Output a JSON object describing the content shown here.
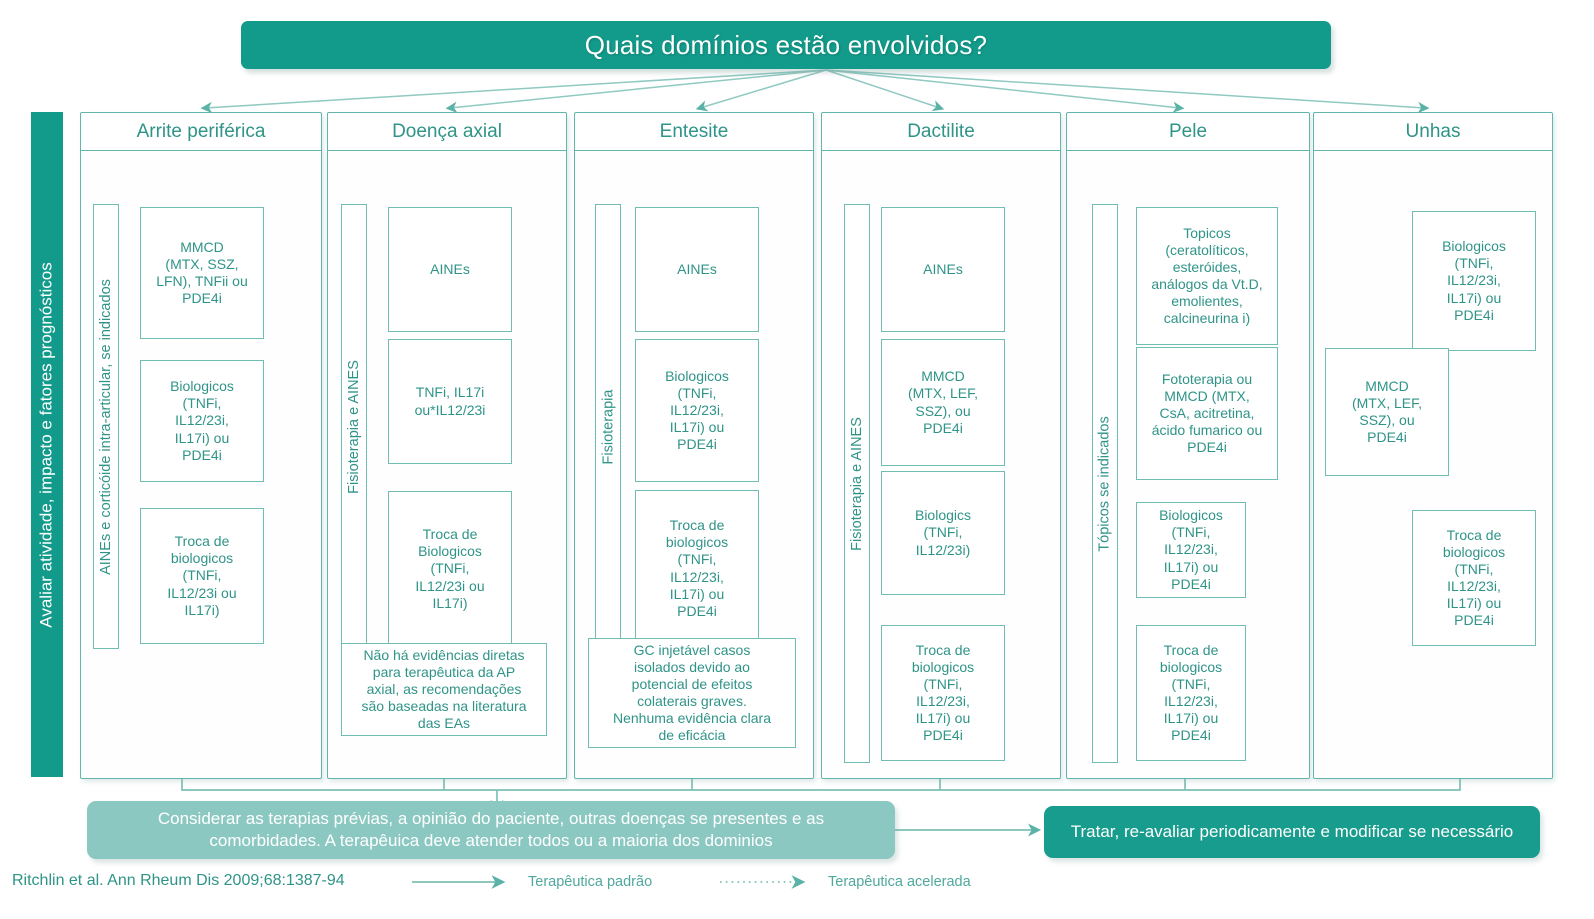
{
  "header": {
    "title": "Quais domínios estão envolvidos?"
  },
  "left_rail": {
    "label": "Avaliar atividade, impacto e fatores prognósticos"
  },
  "columns": [
    {
      "id": "arrite-periferica",
      "title": "Arrite periférica",
      "side_label": "AINEs e corticóide intra-articular, se indicados",
      "steps": [
        "MMCD\n(MTX, SSZ,\nLFN), TNFii ou\nPDE4i",
        "Biologicos\n(TNFi,\nIL12/23i,\nIL17i) ou\nPDE4i",
        "Troca de\nbiologicos\n(TNFi,\nIL12/23i ou\nIL17i)"
      ],
      "note": null
    },
    {
      "id": "doenca-axial",
      "title": "Doença axial",
      "side_label": "Fisioterapia e AINES",
      "steps": [
        "AINEs",
        "TNFi, IL17i\nou*IL12/23i",
        "Troca de\nBiologicos\n(TNFi,\nIL12/23i ou\nIL17i)"
      ],
      "note": "Não há evidências diretas\npara terapêutica da  AP\naxial, as recomendações\nsão baseadas na literatura\ndas EAs"
    },
    {
      "id": "entesite",
      "title": "Entesite",
      "side_label": "Fisioterapia",
      "steps": [
        "AINEs",
        "Biologicos\n(TNFi,\nIL12/23i,\nIL17i) ou\nPDE4i",
        "Troca de\nbiologicos\n(TNFi,\nIL12/23i,\nIL17i) ou\nPDE4i"
      ],
      "note": "GC injetável casos\nisolados  devido ao\npotencial de efeitos\ncolaterais graves.\nNenhuma evidência clara\nde eficácia"
    },
    {
      "id": "dactilite",
      "title": "Dactilite",
      "side_label": "Fisioterapia e AINES",
      "steps": [
        "AINEs",
        "MMCD\n(MTX, LEF,\nSSZ), ou\nPDE4i",
        "Biologics\n(TNFi,\nIL12/23i)",
        "Troca de\nbiologicos\n(TNFi,\nIL12/23i,\nIL17i) ou\nPDE4i"
      ],
      "note": null
    },
    {
      "id": "pele",
      "title": "Pele",
      "side_label": "Tópicos se indicados",
      "steps": [
        "Topicos\n(ceratolíticos,\nesteróides,\nanálogos da Vt.D,\nemolientes,\ncalcineurina i)",
        "Fototerapia ou\nMMCD (MTX,\nCsA, acitretina,\nácido fumarico  ou\nPDE4i",
        "Biologicos\n(TNFi,\nIL12/23i,\nIL17i) ou\nPDE4i",
        "Troca de\nbiologicos\n(TNFi,\nIL12/23i,\nIL17i) ou\nPDE4i"
      ],
      "note": null
    },
    {
      "id": "unhas",
      "title": "Unhas",
      "side_label": null,
      "steps": [
        "Biologicos\n(TNFi,\nIL12/23i,\nIL17i) ou\nPDE4i",
        "MMCD\n(MTX, LEF,\nSSZ), ou\nPDE4i",
        "Troca de\nbiologicos\n(TNFi,\nIL12/23i,\nIL17i) ou\nPDE4i"
      ],
      "note": null
    }
  ],
  "footer": {
    "considerations": "Considerar as terapias prévias, a opinião do paciente, outras doenças se presentes e as comorbidades. A terapêuica deve atender todos ou a maioria dos dominios",
    "treat": "Tratar, re-avaliar periodicamente e modificar se necessário"
  },
  "legend": {
    "citation": "Ritchlin et al. Ann Rheum Dis 2009;68:1387-94",
    "standard": "Terapêutica padrão",
    "accelerated": "Terapêutica acelerada"
  },
  "colors": {
    "teal_dark": "#129b8b",
    "teal_light": "#8cc8c2",
    "border": "#6fbdb3",
    "text": "#2f9488"
  }
}
